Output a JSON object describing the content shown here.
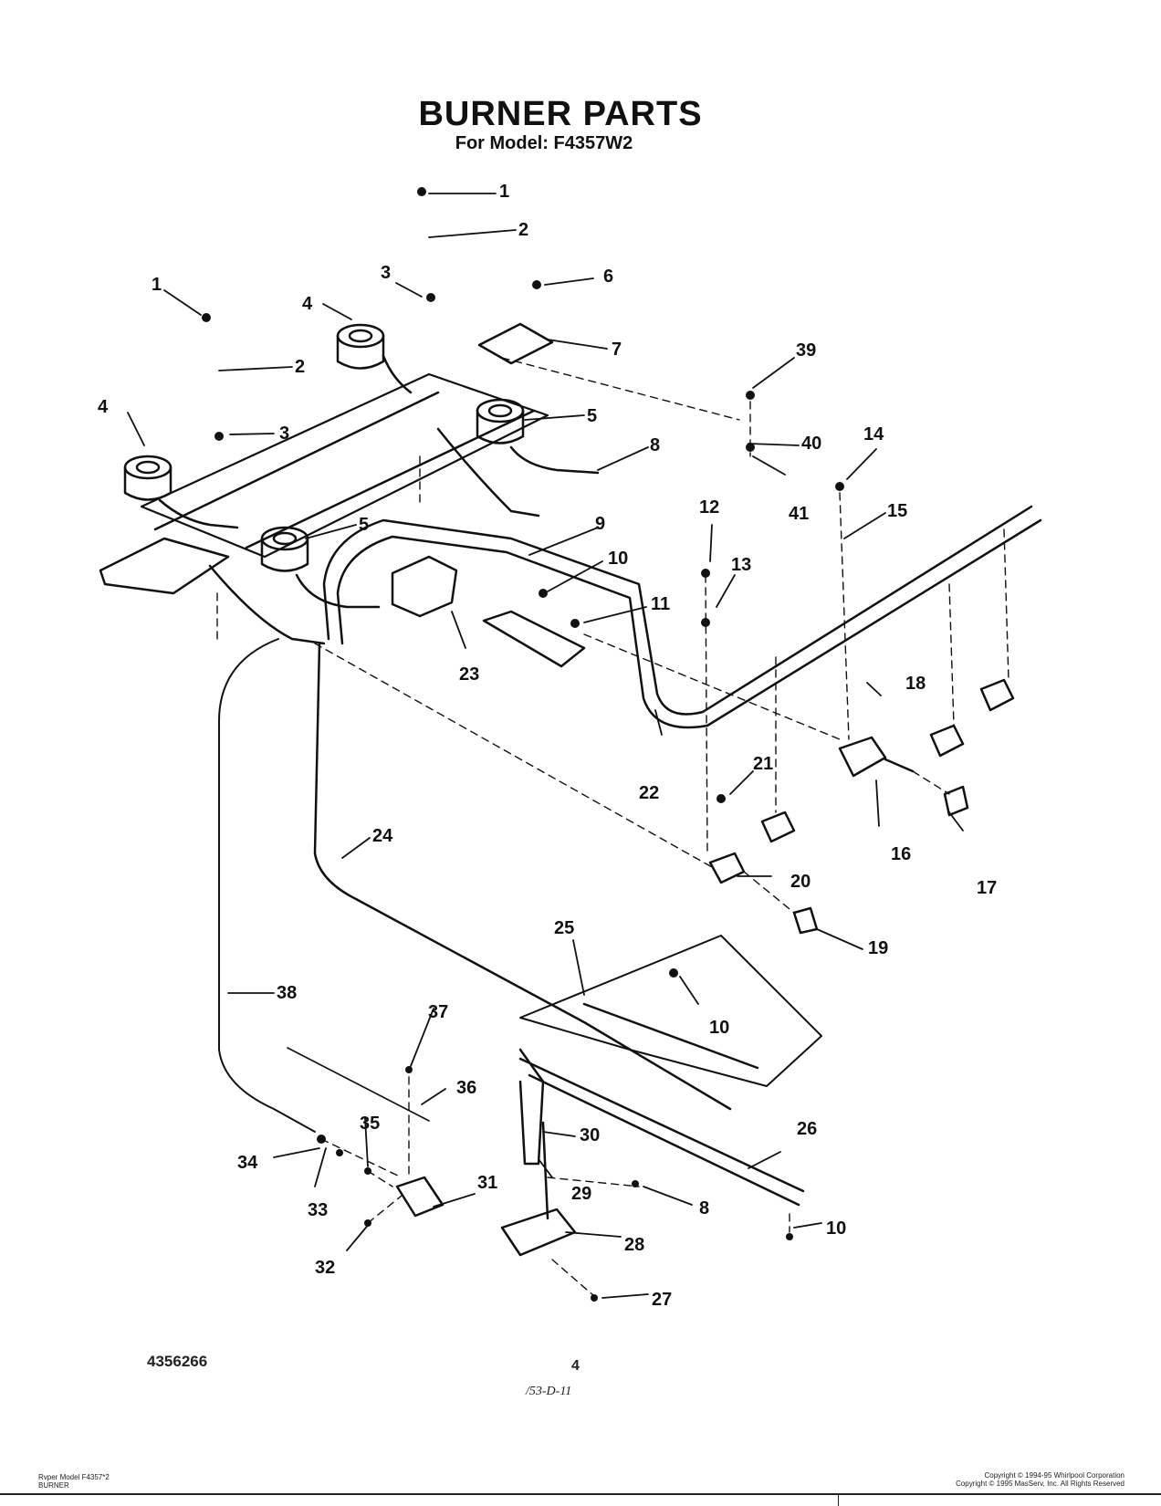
{
  "header": {
    "title": "BURNER PARTS",
    "subtitle": "For Model: F4357W2"
  },
  "callouts": [
    "1",
    "2",
    "3",
    "4",
    "5",
    "6",
    "7",
    "8",
    "9",
    "10",
    "11",
    "12",
    "13",
    "14",
    "15",
    "16",
    "17",
    "18",
    "19",
    "20",
    "21",
    "22",
    "23",
    "24",
    "25",
    "26",
    "27",
    "28",
    "29",
    "30",
    "31",
    "32",
    "33",
    "34",
    "35",
    "36",
    "37",
    "38",
    "39",
    "40",
    "41"
  ],
  "footer": {
    "doc_number": "4356266",
    "page_number": "4",
    "handwritten_note": "/53-D-11",
    "model_line1": "Rvper Model F4357*2",
    "model_line2": "BURNER",
    "copyright_line1": "Copyright © 1994-95 Whirlpool Corporation",
    "copyright_line2": "Copyright © 1995 MasServ, Inc.   All Rights Reserved"
  }
}
